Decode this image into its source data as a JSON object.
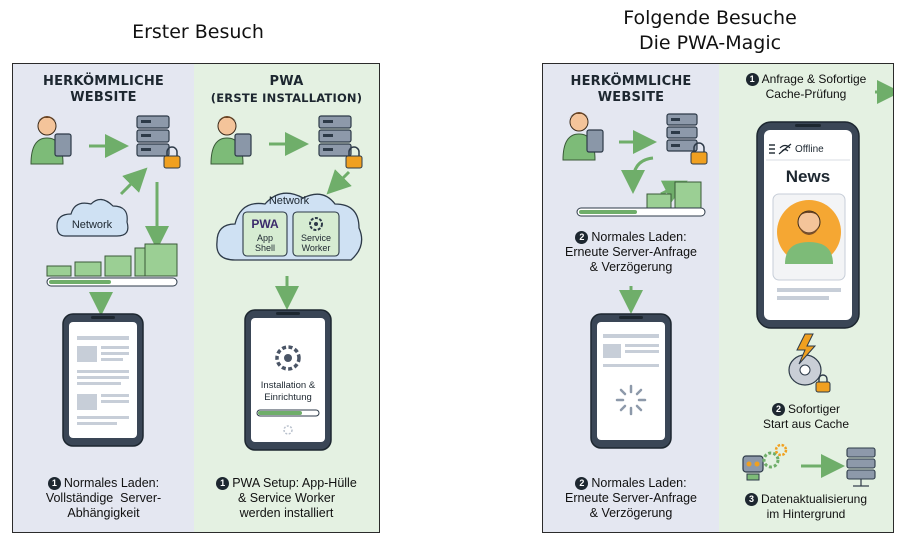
{
  "titles": {
    "left": "Erster Besuch",
    "right_line1": "Folgende Besuche",
    "right_line2": "Die PWA-Magic"
  },
  "left_panel": {
    "traditional": {
      "header_line1": "HERKÖMMLICHE",
      "header_line2": "WEBSITE",
      "network_label": "Network",
      "step_number": "1",
      "caption_line1": "Normales Laden:",
      "caption_line2": "Vollständige  Server-",
      "caption_line3": "Abhängigkeit"
    },
    "pwa": {
      "header_line1": "PWA",
      "header_line2": "(ERSTE INSTALLATION)",
      "network_label": "Network",
      "pwa_logo": "PWA",
      "app_shell_line1": "App",
      "app_shell_line2": "Shell",
      "service_worker_line1": "Service",
      "service_worker_line2": "Worker",
      "install_line1": "Installation &",
      "install_line2": "Einrichtung",
      "step_number": "1",
      "caption_line1": "PWA Setup: App-Hülle",
      "caption_line2": "& Service Worker",
      "caption_line3": "werden installiert"
    }
  },
  "right_panel": {
    "traditional": {
      "header_line1": "HERKÖMMLICHE",
      "header_line2": "WEBSITE",
      "mid_step_number": "2",
      "mid_caption_line1": "Normales Laden:",
      "mid_caption_line2": "Erneute Server-Anfrage",
      "mid_caption_line3": "& Verzögerung",
      "bottom_step_number": "2",
      "bottom_caption_line1": "Normales Laden:",
      "bottom_caption_line2": "Erneute Server-Anfrage",
      "bottom_caption_line3": "& Verzögerung"
    },
    "pwa": {
      "step1_number": "1",
      "step1_line1": "Anfrage & Sofortige",
      "step1_line2": "Cache-Prüfung",
      "offline_label": "Offline",
      "news_label": "News",
      "step2_number": "2",
      "step2_line1": "Sofortiger",
      "step2_line2": "Start aus Cache",
      "step3_number": "3",
      "step3_line1": "Datenaktualisierung",
      "step3_line2": "im Hintergrund"
    }
  },
  "colors": {
    "blue_column": "#e4e7f1",
    "green_column": "#e4f1e2",
    "accent_green": "#6fae6a",
    "lock_orange": "#f0a020",
    "dark": "#1d2730"
  }
}
